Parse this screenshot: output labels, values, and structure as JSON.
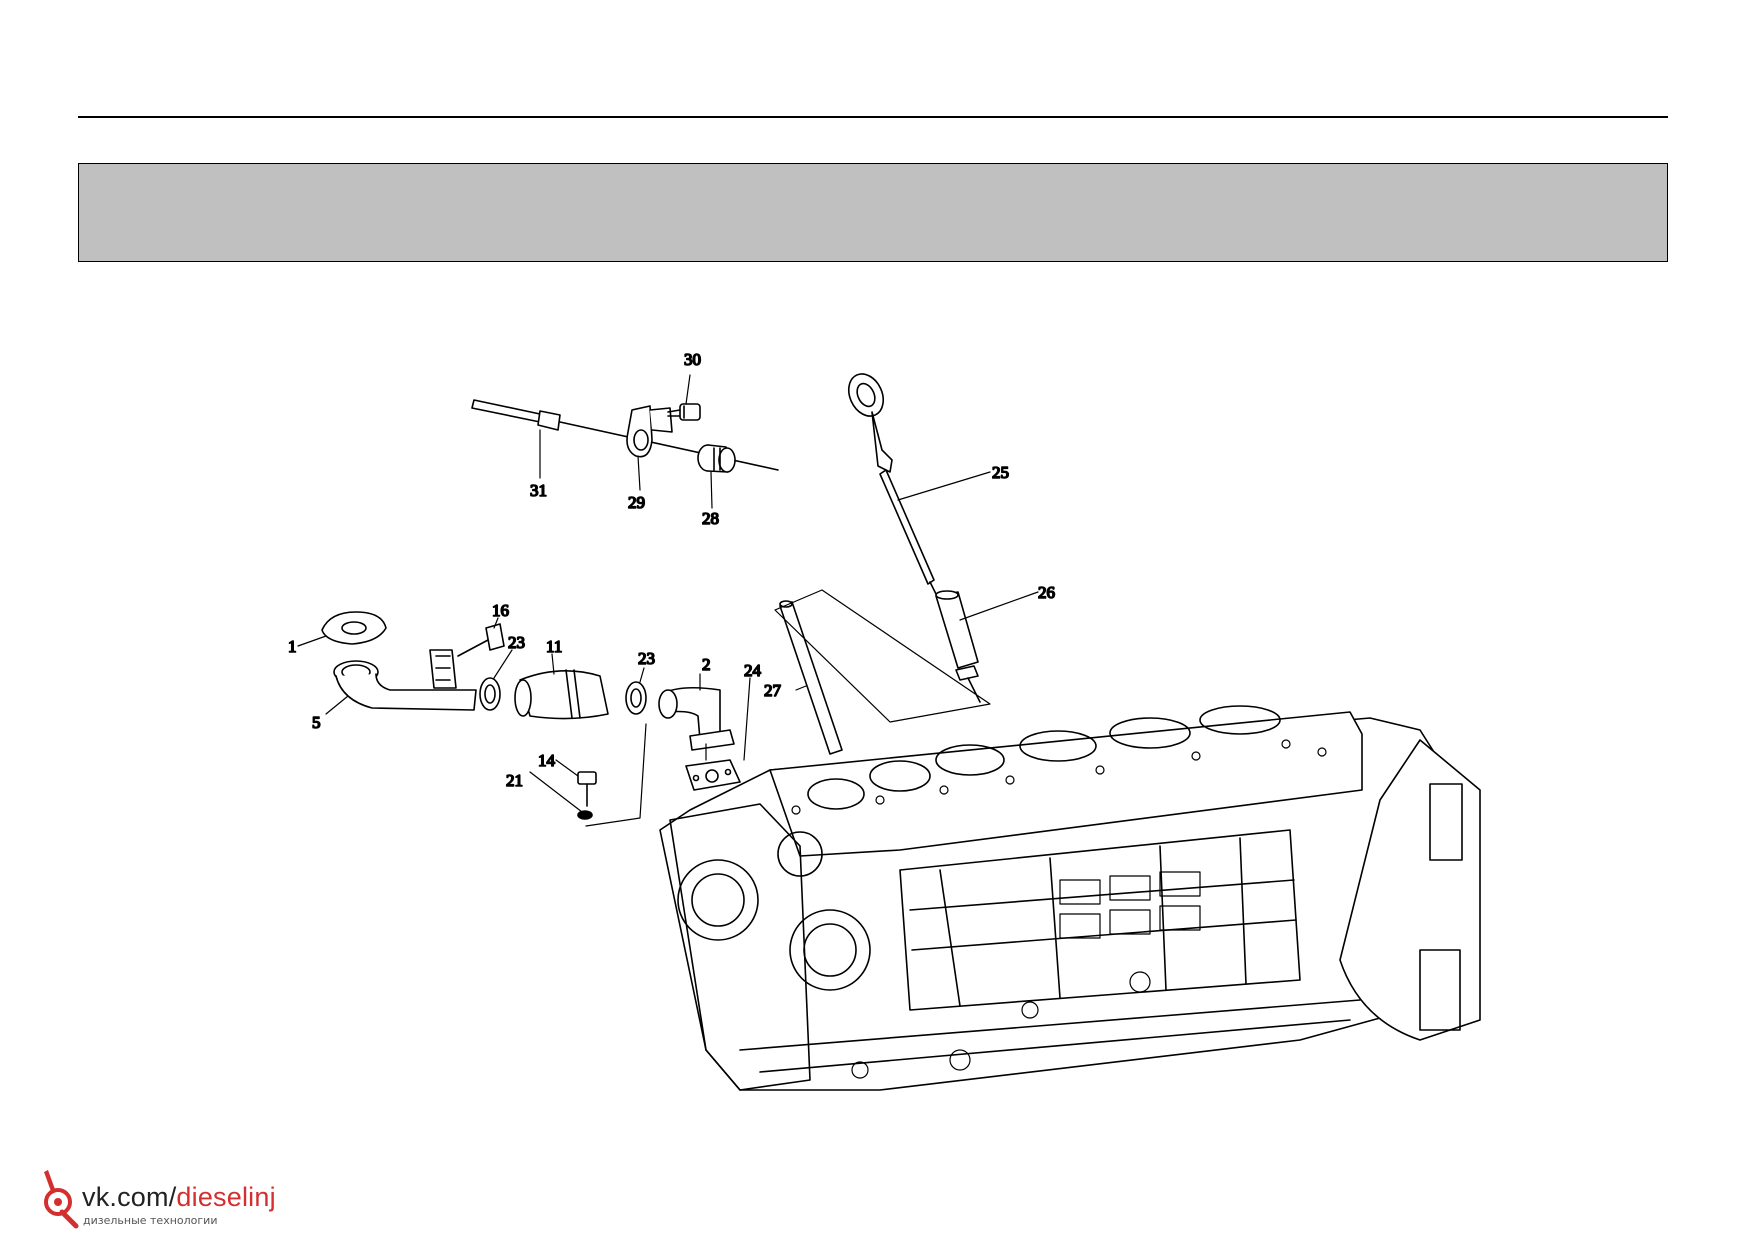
{
  "page": {
    "banner_text": ""
  },
  "diagram": {
    "callouts": [
      {
        "id": "c30",
        "label": "30"
      },
      {
        "id": "c31",
        "label": "31"
      },
      {
        "id": "c29",
        "label": "29"
      },
      {
        "id": "c28",
        "label": "28"
      },
      {
        "id": "c25",
        "label": "25"
      },
      {
        "id": "c26",
        "label": "26"
      },
      {
        "id": "c27",
        "label": "27"
      },
      {
        "id": "c1",
        "label": "1"
      },
      {
        "id": "c16",
        "label": "16"
      },
      {
        "id": "c23a",
        "label": "23"
      },
      {
        "id": "c11",
        "label": "11"
      },
      {
        "id": "c23b",
        "label": "23"
      },
      {
        "id": "c2",
        "label": "2"
      },
      {
        "id": "c24",
        "label": "24"
      },
      {
        "id": "c5",
        "label": "5"
      },
      {
        "id": "c14",
        "label": "14"
      },
      {
        "id": "c21",
        "label": "21"
      }
    ]
  },
  "watermark": {
    "brand_prefix": "vk.com/",
    "brand_highlight": "dieselinj",
    "subtitle": "дизельные технологии",
    "icon": "injector-logo-icon",
    "accent_color": "#d32f2f"
  }
}
